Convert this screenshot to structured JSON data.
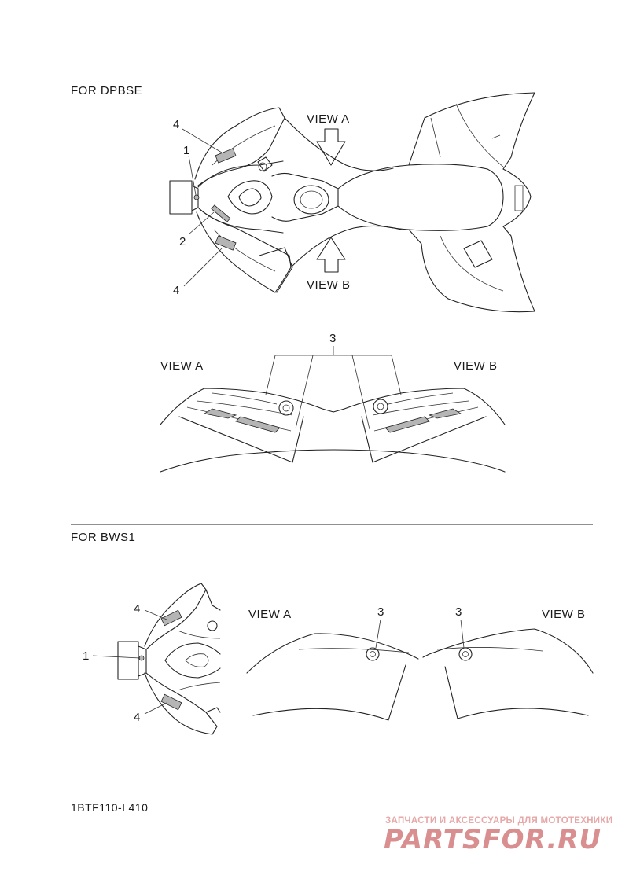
{
  "section1": {
    "heading": "FOR  DPBSE",
    "view_a": "VIEW A",
    "view_b": "VIEW B",
    "callouts": {
      "one": "1",
      "two": "2",
      "four_top": "4",
      "four_bottom": "4",
      "three": "3"
    },
    "detail_view_a": "VIEW A",
    "detail_view_b": "VIEW B"
  },
  "section2": {
    "heading": "FOR BWS1",
    "callouts": {
      "four_top": "4",
      "one": "1",
      "four_bottom": "4",
      "three_a": "3",
      "three_b": "3"
    },
    "view_a": "VIEW A",
    "view_b": "VIEW B"
  },
  "footer": {
    "part_code": "1BTF110-L410"
  },
  "watermark": {
    "tagline": "ЗАПЧАСТИ И АКСЕССУАРЫ ДЛЯ МОТОТЕХНИКИ",
    "logo": "PARTSFOR.RU"
  }
}
